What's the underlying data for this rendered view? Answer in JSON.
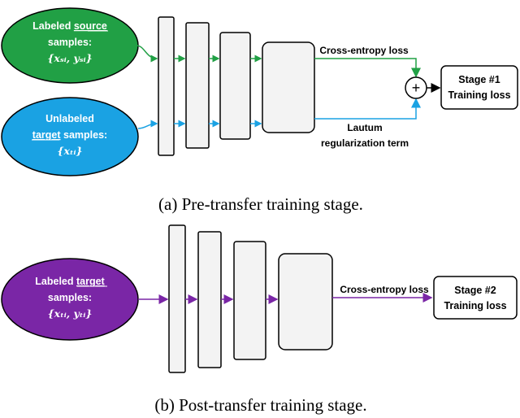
{
  "stage_a": {
    "caption": "(a) Pre-transfer training stage.",
    "source_input": {
      "line1": "Labeled ",
      "line1_underlined": "source",
      "line2": "samples:",
      "math": "{xₛᵢ, yₛᵢ}"
    },
    "target_input": {
      "line1": "Unlabeled",
      "line2_underlined": "target",
      "line2": " samples:",
      "math": "{xₜᵢ}"
    },
    "loss_top_label": "Cross-entropy loss",
    "loss_bottom_label_line1": "Lautum",
    "loss_bottom_label_line2": "regularization term",
    "sum_symbol": "+",
    "output_line1": "Stage #1",
    "output_line2": "Training loss"
  },
  "stage_b": {
    "caption": "(b) Post-transfer training stage.",
    "target_input": {
      "line1": "Labeled ",
      "line1_underlined": "target",
      "line2": "samples:",
      "math": "{xₜᵢ, yₜᵢ}"
    },
    "loss_label": "Cross-entropy loss",
    "output_line1": "Stage #2",
    "output_line2": "Training loss"
  },
  "colors": {
    "source_green": "#21a045",
    "target_blue": "#1aa2e3",
    "target_purple": "#7a26a6",
    "layer_fill": "#f3f3f3",
    "stroke": "#000000"
  }
}
